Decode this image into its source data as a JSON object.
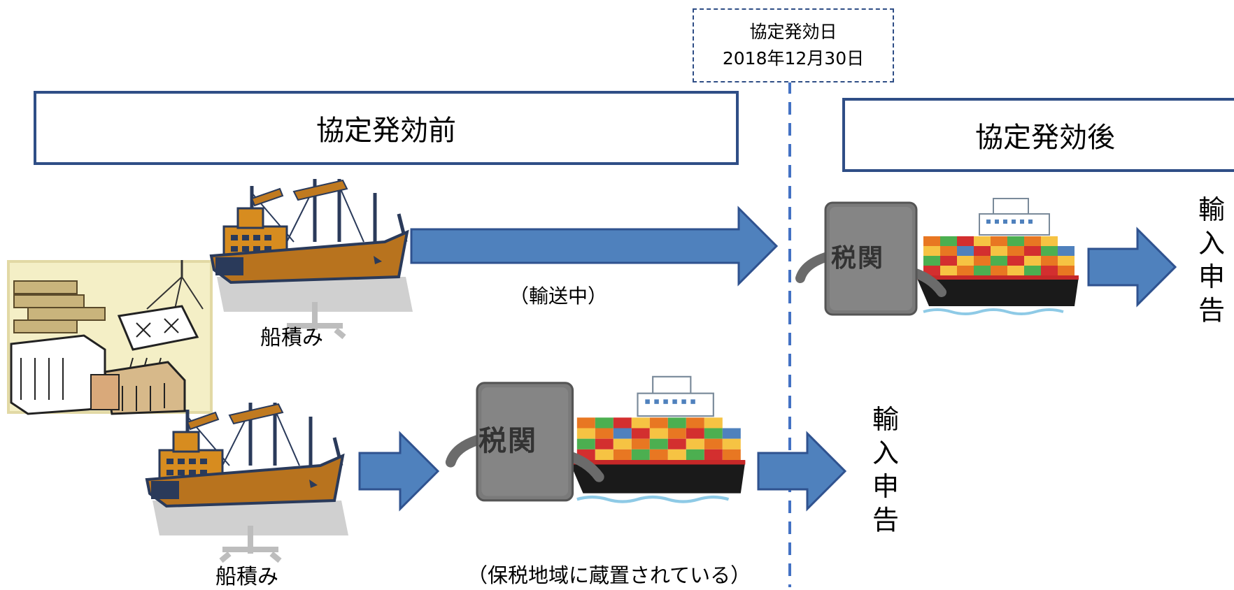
{
  "date_box": {
    "line1": "協定発効日",
    "line2": "2018年12月30日"
  },
  "before_header": "協定発効前",
  "after_header": "協定発効後",
  "in_transit_label": "（輸送中）",
  "loading_label_top": "船積み",
  "loading_label_bottom": "船積み",
  "bonded_label": "（保税地域に蔵置されている）",
  "customs_label": "税関",
  "import_declaration_right": "輸入申告",
  "import_declaration_middle": "輸入申告",
  "colors": {
    "arrow": "#4f81bd",
    "arrow_stroke": "#2f528f",
    "border": "#2f4e86",
    "dashed_line": "#4472c4"
  }
}
